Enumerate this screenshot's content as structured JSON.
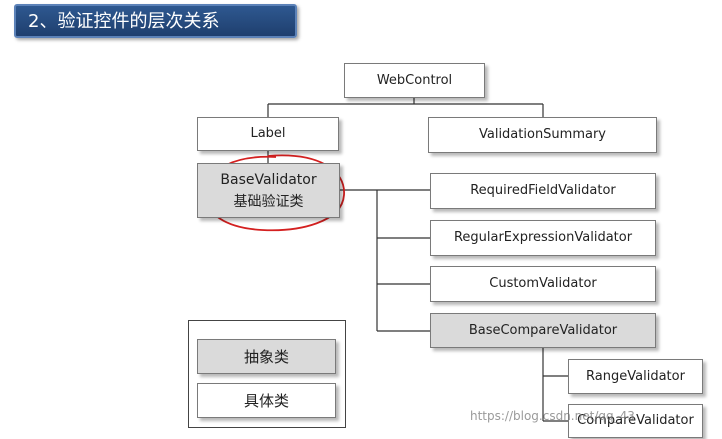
{
  "title": "2、验证控件的层次关系",
  "nodes": {
    "web_control": "WebControl",
    "label": "Label",
    "validation_summary": "ValidationSummary",
    "base_validator": "BaseValidator",
    "base_validator_cn": "基础验证类",
    "required_field_validator": "RequiredFieldValidator",
    "regular_expression_validator": "RegularExpressionValidator",
    "custom_validator": "CustomValidator",
    "base_compare_validator": "BaseCompareValidator",
    "range_validator": "RangeValidator",
    "compare_validator": "CompareValidator"
  },
  "legend": {
    "abstract_class": "抽象类",
    "concrete_class": "具体类"
  },
  "watermark": "https://blog.csdn.net/qq_43",
  "colors": {
    "title_bar": "#1f3f6e",
    "abstract_fill": "#dadada",
    "concrete_fill": "#ffffff",
    "highlight_circle": "#d42020"
  }
}
